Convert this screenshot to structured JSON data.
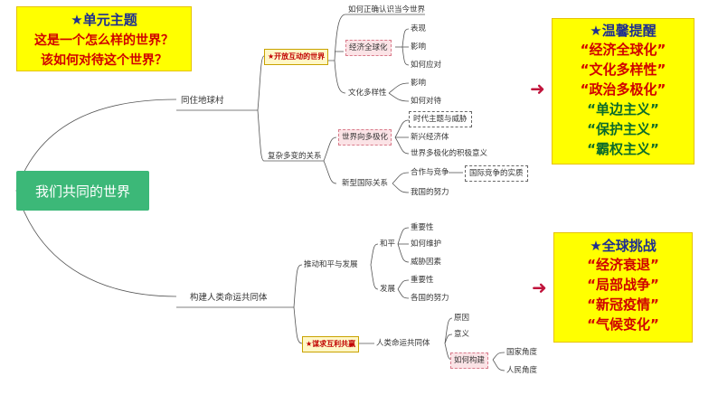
{
  "topic_box": {
    "title": "★单元主题",
    "line1": "这是一个怎么样的世界？",
    "line2": "该如何对待这个世界？"
  },
  "root": "我们共同的世界",
  "branch1": {
    "label": "同住地球村",
    "open": {
      "label": "★开放互动的世界",
      "understand": "如何正确认识当今世界",
      "globalization": {
        "label": "经济全球化",
        "items": [
          "表现",
          "影响",
          "如何应对"
        ]
      },
      "diversity": {
        "label": "文化多样性",
        "items": [
          "影响",
          "如何对待"
        ]
      }
    },
    "complex": {
      "label": "复杂多变的关系",
      "multipolar": {
        "label": "世界向多极化",
        "items": [
          "时代主题与威胁",
          "新兴经济体",
          "世界多极化的积极意义"
        ]
      },
      "relations": {
        "label": "新型国际关系",
        "coop": "合作与竞争",
        "essence": "国际竞争的实质",
        "power": "我国的努力"
      }
    }
  },
  "branch2": {
    "label": "构建人类命运共同体",
    "promote": {
      "label": "推动和平与发展",
      "peace": {
        "label": "和平",
        "items": [
          "重要性",
          "如何维护",
          "威胁因素"
        ]
      },
      "develop": {
        "label": "发展",
        "items": [
          "重要性",
          "各国的努力"
        ]
      }
    },
    "seek": {
      "label": "★谋求互利共赢",
      "community": {
        "label": "人类命运共同体",
        "items": [
          "原因",
          "意义"
        ],
        "build": {
          "label": "如何构建",
          "items": [
            "国家角度",
            "人民角度"
          ]
        }
      }
    }
  },
  "reminder_box": {
    "title": "★温馨提醒",
    "items": [
      "“经济全球化”",
      "“文化多样性”",
      "“政治多极化”",
      "“单边主义”",
      "“保护主义”",
      "“霸权主义”"
    ]
  },
  "challenge_box": {
    "title": "★全球挑战",
    "items": [
      "“经济衰退”",
      "“局部战争”",
      "“新冠疫情”",
      "“气候变化”"
    ]
  },
  "arrows": {
    "symbol": "➜"
  },
  "colors": {
    "root_green": "#3cb878",
    "highlight_yellow": "#ffff00",
    "title_blue": "#1f2f8f",
    "accent_red": "#d00000",
    "green_text": "#0b6b2a"
  }
}
